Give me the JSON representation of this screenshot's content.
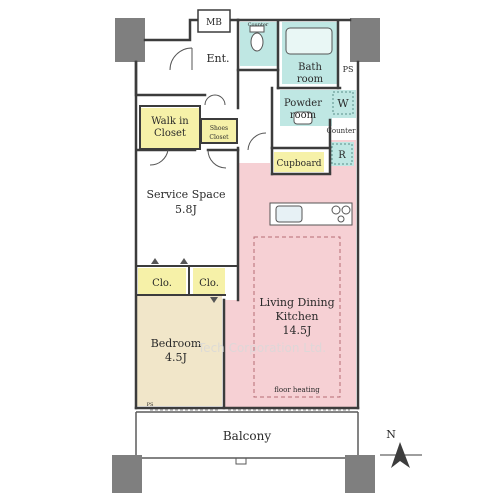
{
  "floor_plan": {
    "rooms": {
      "mb": "MB",
      "entrance": "Ent.",
      "counter_top": "Counter",
      "bath_line1": "Bath",
      "bath_line2": "room",
      "ps": "PS",
      "powder_line1": "Powder",
      "powder_line2": "room",
      "w": "W",
      "counter": "Counter",
      "r": "R",
      "cupboard": "Cupboard",
      "walk_in_line1": "Walk in",
      "walk_in_line2": "Closet",
      "shoes_line1": "Shoes",
      "shoes_line2": "Closet",
      "service_space_name": "Service Space",
      "service_space_size": "5.8J",
      "clo1": "Clo.",
      "clo2": "Clo.",
      "bedroom_name": "Bedroom",
      "bedroom_size": "4.5J",
      "ldk_line1": "Living Dining",
      "ldk_line2": "Kitchen",
      "ldk_size": "14.5J",
      "floor_heating": "floor heating",
      "ps_small": "PS",
      "balcony": "Balcony"
    },
    "watermark": "Tech Corporation Ltd.",
    "compass": "N",
    "colors": {
      "ldk": "#f6d0d4",
      "bedroom": "#f1e6c9",
      "closet": "#f6f1a8",
      "wet": "#bfe7e3",
      "column": "#7f7f7f",
      "wall": "#3c3c3c"
    }
  }
}
